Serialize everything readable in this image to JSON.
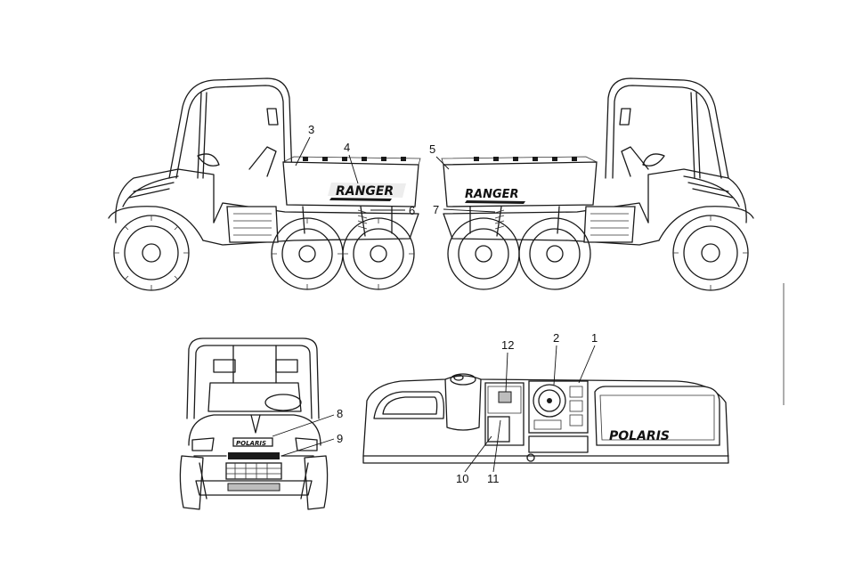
{
  "callouts": [
    {
      "num": "1"
    },
    {
      "num": "2"
    },
    {
      "num": "3"
    },
    {
      "num": "4"
    },
    {
      "num": "5"
    },
    {
      "num": "6"
    },
    {
      "num": "7"
    },
    {
      "num": "8"
    },
    {
      "num": "9"
    },
    {
      "num": "10"
    },
    {
      "num": "11"
    },
    {
      "num": "12"
    }
  ],
  "decals": {
    "ranger_left": "RANGER",
    "ranger_right": "RANGER",
    "polaris_dash": "POLARIS",
    "polaris_front": "POLARIS"
  },
  "colors": {
    "ink": "#1a1a1a",
    "paper": "#ffffff"
  }
}
